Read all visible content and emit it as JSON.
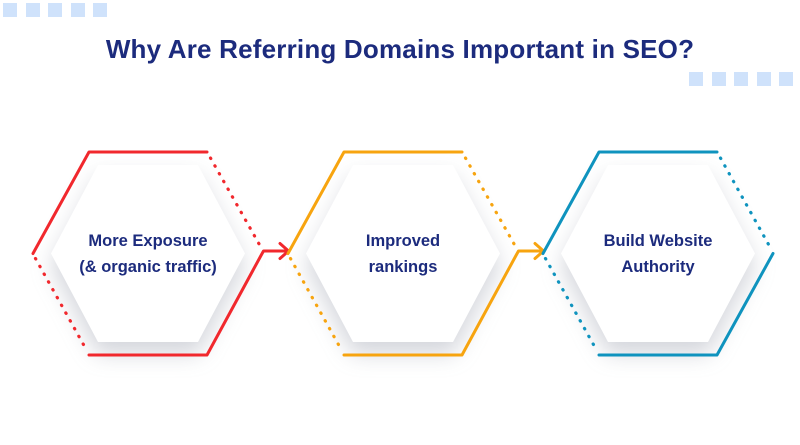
{
  "header": {
    "title": "Why Are Referring Domains Important in SEO?",
    "title_color": "#1c2b7d"
  },
  "decor": {
    "square_color": "#cfe2fb",
    "top_left_squares": 5,
    "mid_right_squares": 5
  },
  "diagram": {
    "text_color": "#1c2b7d",
    "steps": [
      {
        "line1": "More Exposure",
        "line2": "(& organic traffic)",
        "color": "#f1282d",
        "connector": "arrow-right"
      },
      {
        "line1": "Improved",
        "line2": "rankings",
        "color": "#f7a40f",
        "connector": "arrow-right"
      },
      {
        "line1": "Build Website",
        "line2": "Authority",
        "color": "#0f93be",
        "connector": "none"
      }
    ]
  }
}
